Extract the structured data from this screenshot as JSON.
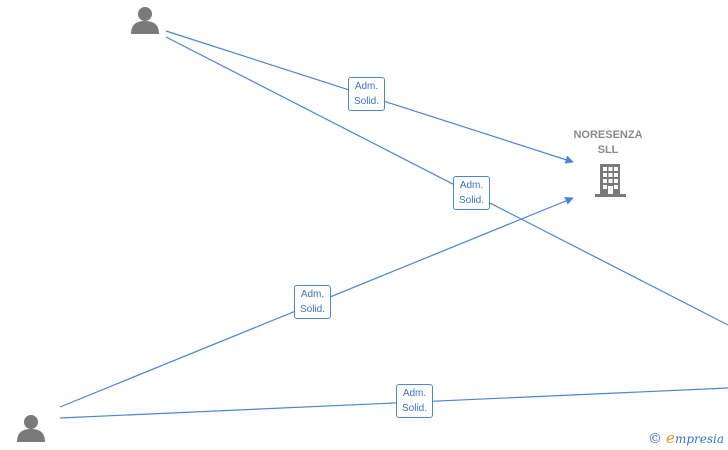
{
  "company": {
    "name_line1": "NORESENZA",
    "name_line2": "SLL",
    "icon": "building-icon"
  },
  "people": [
    {
      "id": "person-1",
      "icon": "person-icon"
    },
    {
      "id": "person-2",
      "icon": "person-icon"
    }
  ],
  "edges": [
    {
      "label_line1": "Adm.",
      "label_line2": "Solid."
    },
    {
      "label_line1": "Adm.",
      "label_line2": "Solid."
    },
    {
      "label_line1": "Adm.",
      "label_line2": "Solid."
    },
    {
      "label_line1": "Adm.",
      "label_line2": "Solid."
    }
  ],
  "watermark": {
    "copyright": "©",
    "brand_initial": "e",
    "brand_rest": "mpresia"
  },
  "colors": {
    "edge": "#4a86d3",
    "label_text": "#3a72c4",
    "node": "#7a7a7a",
    "company_text": "#8a8a8a",
    "brand_accent": "#e8901c"
  }
}
